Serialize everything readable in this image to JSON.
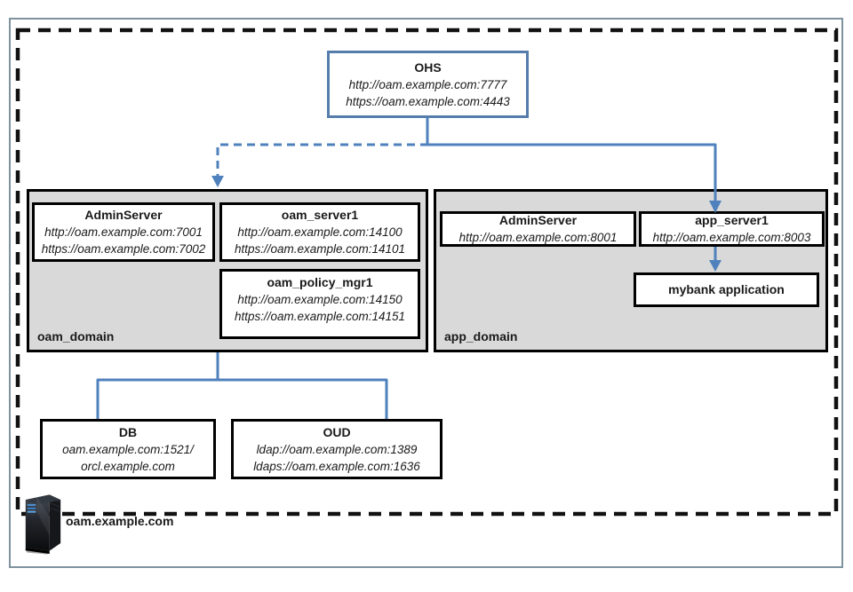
{
  "ohs": {
    "title": "OHS",
    "url_http": "http://oam.example.com:7777",
    "url_https": "https://oam.example.com:4443"
  },
  "oam_domain": {
    "label": "oam_domain",
    "admin_server": {
      "title": "AdminServer",
      "url_http": "http://oam.example.com:7001",
      "url_https": "https://oam.example.com:7002"
    },
    "oam_server1": {
      "title": "oam_server1",
      "url_http": "http://oam.example.com:14100",
      "url_https": "https://oam.example.com:14101"
    },
    "oam_policy_mgr1": {
      "title": "oam_policy_mgr1",
      "url_http": "http://oam.example.com:14150",
      "url_https": "https://oam.example.com:14151"
    }
  },
  "app_domain": {
    "label": "app_domain",
    "admin_server": {
      "title": "AdminServer",
      "url_http": "http://oam.example.com:8001"
    },
    "app_server1": {
      "title": "app_server1",
      "url_http": "http://oam.example.com:8003"
    },
    "mybank": {
      "title": "mybank application"
    }
  },
  "db": {
    "title": "DB",
    "address_line1": "oam.example.com:1521/",
    "address_line2": "orcl.example.com"
  },
  "oud": {
    "title": "OUD",
    "url_ldap": "ldap://oam.example.com:1389",
    "url_ldaps": "ldaps://oam.example.com:1636"
  },
  "host": {
    "label": "oam.example.com",
    "icon": "server-icon"
  },
  "colors": {
    "connector_blue": "#4f81bd",
    "ohs_border_blue": "#557dab",
    "domain_fill": "#d9d9d9",
    "box_border": "#000000",
    "dashed_boundary": "#111111",
    "outer_frame": "#7e939e"
  }
}
